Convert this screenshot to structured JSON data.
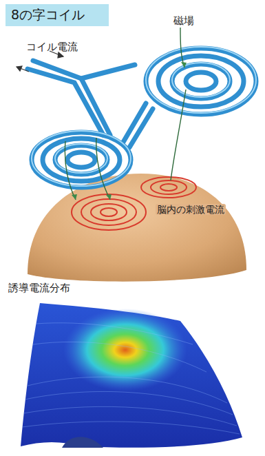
{
  "diagram": {
    "title": "8の字コイル",
    "labels": [
      "コイル電流",
      "磁場",
      "脳内の刺激電流",
      "誘導電流分布"
    ]
  }
}
